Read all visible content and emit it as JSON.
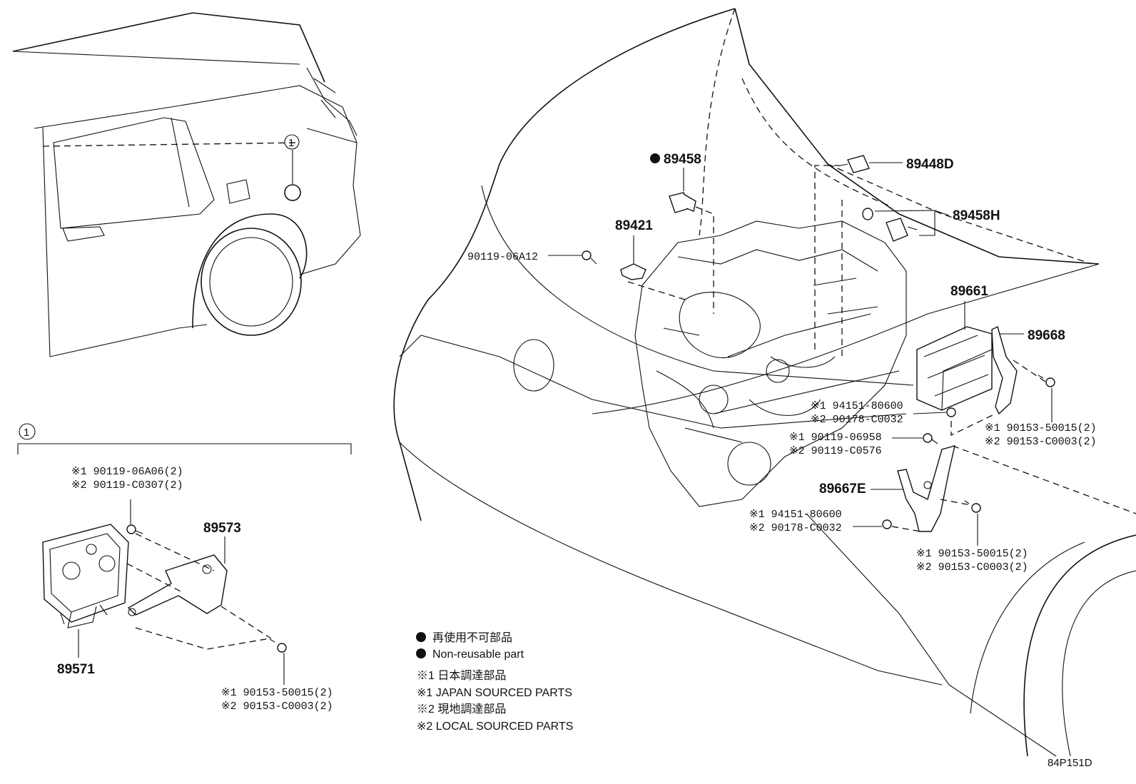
{
  "parts": {
    "p89458": "89458",
    "p89448D": "89448D",
    "p89458H": "89458H",
    "p89421": "89421",
    "p90119_06A12": "90119-06A12",
    "p89661": "89661",
    "p89668": "89668",
    "p89667E": "89667E",
    "p89573": "89573",
    "p89571": "89571"
  },
  "notes": {
    "ecu_nut_1": "※1 94151-80600",
    "ecu_nut_2": "※2 90178-C0032",
    "ecu_bolt_1": "※1 90119-06958",
    "ecu_bolt_2": "※2 90119-C0576",
    "brk_bolt_1": "※1 90153-50015(2)",
    "brk_bolt_2": "※2 90153-C0003(2)",
    "lower_nut_1": "※1 94151-80600",
    "lower_nut_2": "※2 90178-C0032",
    "lower_bolt_1": "※1 90153-50015(2)",
    "lower_bolt_2": "※2 90153-C0003(2)",
    "inset_screw_1": "※1 90119-06A06(2)",
    "inset_screw_2": "※2 90119-C0307(2)",
    "inset_bolt_1": "※1 90153-50015(2)",
    "inset_bolt_2": "※2 90153-C0003(2)"
  },
  "inset": {
    "marker": "1"
  },
  "legend": {
    "line1": "再使用不可部品",
    "line2": "Non-reusable part",
    "line3": "※1 日本調達部品",
    "line4": "※1 JAPAN SOURCED PARTS",
    "line5": "※2 現地調達部品",
    "line6": "※2 LOCAL SOURCED PARTS"
  },
  "reference": "84P151D",
  "colors": {
    "ink": "#111111",
    "background": "#ffffff"
  }
}
